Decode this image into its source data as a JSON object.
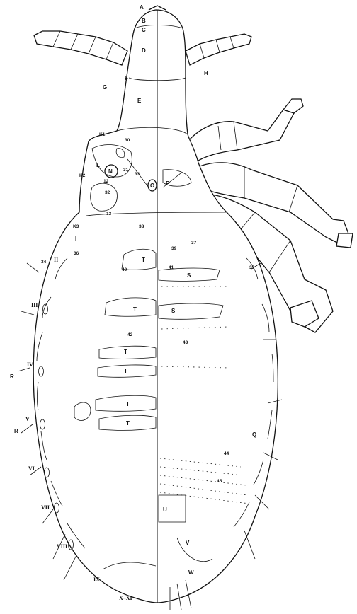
{
  "figure": {
    "head_labels": [
      "A",
      "B",
      "C",
      "D",
      "E",
      "F",
      "G",
      "H"
    ],
    "thorax_labels": [
      "K1",
      "K2",
      "K3",
      "L",
      "N",
      "O",
      "P",
      "12",
      "13",
      "I"
    ],
    "plate_labels": [
      "T",
      "T",
      "T",
      "T",
      "T",
      "T",
      "S",
      "S",
      "U",
      "V",
      "W",
      "Q",
      "R",
      "R"
    ],
    "segment_numerals": [
      "II",
      "III",
      "IV",
      "V",
      "VI",
      "VII",
      "VIII",
      "IX",
      "X–XI"
    ],
    "setae_numbers": [
      "30",
      "31",
      "32",
      "33",
      "34",
      "35",
      "36",
      "37",
      "38",
      "39",
      "40",
      "41",
      "42",
      "43",
      "44",
      "45"
    ]
  }
}
